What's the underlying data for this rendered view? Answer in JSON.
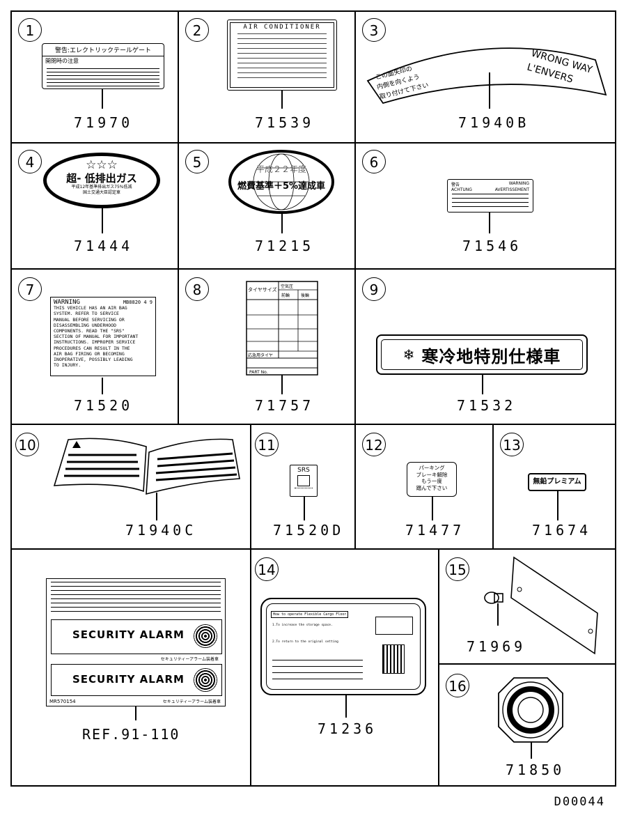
{
  "diagram_code": "D00044",
  "parts": [
    {
      "index": "1",
      "part_no": "71970",
      "text": [
        "警告:エレクトリックテールゲート",
        "開閉時の注意"
      ]
    },
    {
      "index": "2",
      "part_no": "71539",
      "text": [
        "AIR CONDITIONER"
      ]
    },
    {
      "index": "3",
      "part_no": "71940B",
      "text": [
        "この面矢印の",
        "内側を向くよう",
        "取り付けて下さい",
        "WRONG WAY",
        "L'ENVERS"
      ]
    },
    {
      "index": "4",
      "part_no": "71444",
      "text": [
        "☆☆☆",
        "超- 低排出ガス",
        "平成12年基準排出ガス75%低減",
        "国土交通大臣認定車"
      ]
    },
    {
      "index": "5",
      "part_no": "71215",
      "text": [
        "平成２２年度",
        "燃費基準＋5%達成車"
      ]
    },
    {
      "index": "6",
      "part_no": "71546",
      "text": [
        "警告",
        "WARNING",
        "ACHTUNG",
        "AVERTISSEMENT"
      ]
    },
    {
      "index": "7",
      "part_no": "71520",
      "text": [
        "WARNING",
        "MB8820 4 9",
        "THIS VEHICLE HAS AN AIR BAG",
        "SYSTEM. REFER TO SERVICE",
        "MANUAL BEFORE SERVICING OR",
        "DISASSEMBLING UNDERHOOD",
        "COMPONENTS. READ THE \"SRS\"",
        "SECTION OF MANUAL FOR IMPORTANT",
        "INSTRUCTIONS. IMPROPER SERVICE",
        "PROCEDURES CAN RESULT IN THE",
        "AIR BAG FIRING OR BECOMING",
        "INOPERATIVE, POSSIBLY LEADING",
        "TO INJURY."
      ]
    },
    {
      "index": "8",
      "part_no": "71757",
      "text": [
        "タイヤサイズ",
        "空気圧",
        "前輪",
        "後輪",
        "応急用タイヤ",
        "PART No."
      ]
    },
    {
      "index": "9",
      "part_no": "71532",
      "text": [
        "寒冷地特別仕様車"
      ]
    },
    {
      "index": "10",
      "part_no": "71940C",
      "text": []
    },
    {
      "index": "11",
      "part_no": "71520D",
      "text": [
        "SRS"
      ]
    },
    {
      "index": "12",
      "part_no": "71477",
      "text": [
        "パーキング",
        "ブレーキ解除",
        "もう一度",
        "踏んで下さい"
      ]
    },
    {
      "index": "13",
      "part_no": "71674",
      "text": [
        "無鉛プレミアム"
      ]
    },
    {
      "index": "",
      "part_no": "REF.91-110",
      "text": [
        "SECURITY ALARM",
        "SECURITY ALARM",
        "MR570154",
        "セキュリティーアラーム装着車",
        "セキュリティーアラーム装着車"
      ]
    },
    {
      "index": "14",
      "part_no": "71236",
      "text": [
        "How to operate Flexible Cargo Floor",
        "1.To increase the storage space.",
        "2.To return to the original setting"
      ]
    },
    {
      "index": "15",
      "part_no": "71969",
      "text": []
    },
    {
      "index": "16",
      "part_no": "71850",
      "text": []
    }
  ]
}
